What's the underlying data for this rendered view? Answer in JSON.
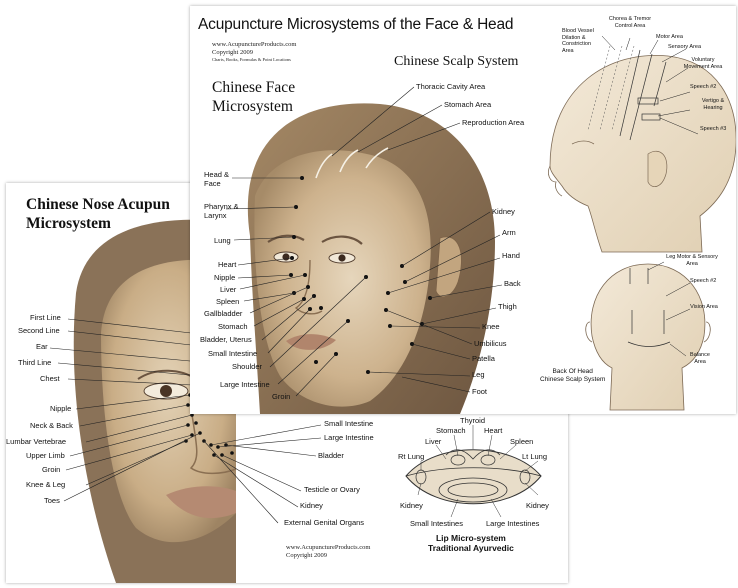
{
  "back_sheet": {
    "title_line1": "Chinese Nose Acupun",
    "title_line2": "Microsystem",
    "left_labels": [
      "First Line",
      "Second Line",
      "Ear",
      "Third Line",
      "Chest",
      "Nipple",
      "Neck & Back",
      "Lumbar Vertebrae",
      "Upper Limb",
      "Groin",
      "Knee & Leg",
      "Toes"
    ],
    "right_labels": [
      "Small Intestine",
      "Large Intestine",
      "Bladder",
      "Testicle or Ovary",
      "Kidney",
      "External Genital Organs"
    ],
    "credit_line1": "www.AcupunctureProducts.com",
    "credit_line2": "Copyright 2009",
    "lip": {
      "labels": [
        "Thyroid",
        "Stomach",
        "Heart",
        "Liver",
        "Spleen",
        "Rt Lung",
        "Lt Lung",
        "Kidney",
        "Kidney",
        "Small Intestines",
        "Large Intestines"
      ],
      "title_line1": "Lip Micro-system",
      "title_line2": "Traditional Ayurvedic"
    }
  },
  "front_sheet": {
    "title": "Acupuncture Microsystems of the Face & Head",
    "website": "www.AcupunctureProducts.com",
    "copyright": "Copyright 2009",
    "tagline": "Charts, Books, Formulas & Point Locations",
    "face_title_line1": "Chinese Face",
    "face_title_line2": "Microsystem",
    "scalp_title": "Chinese Scalp System",
    "face_left_labels": [
      "Head & Face",
      "Pharynx & Larynx",
      "Lung",
      "Heart",
      "Nipple",
      "Liver",
      "Spleen",
      "Gallbladder",
      "Stomach",
      "Bladder, Uterus",
      "Small Intestine",
      "Shoulder",
      "Large Intestine",
      "Groin"
    ],
    "face_top_labels": [
      "Thoracic Cavity Area",
      "Stomach Area",
      "Reproduction Area"
    ],
    "face_right_labels": [
      "Kidney",
      "Arm",
      "Hand",
      "Back",
      "Thigh",
      "Knee",
      "Umbilicus",
      "Patella",
      "Leg",
      "Foot"
    ],
    "scalp_labels": [
      "Chorea & Tremor Control Area",
      "Blood Vessel Dilation & Constriction Area",
      "Motor Area",
      "Sensory Area",
      "Voluntary Movement Area",
      "Speech #2",
      "Vertigo & Hearing",
      "Speech #3"
    ],
    "back_head_labels": [
      "Leg Motor & Sensory Area",
      "Speech #2",
      "Vision Area",
      "Balance Area"
    ],
    "back_head_caption_line1": "Back Of Head",
    "back_head_caption_line2": "Chinese Scalp System"
  }
}
